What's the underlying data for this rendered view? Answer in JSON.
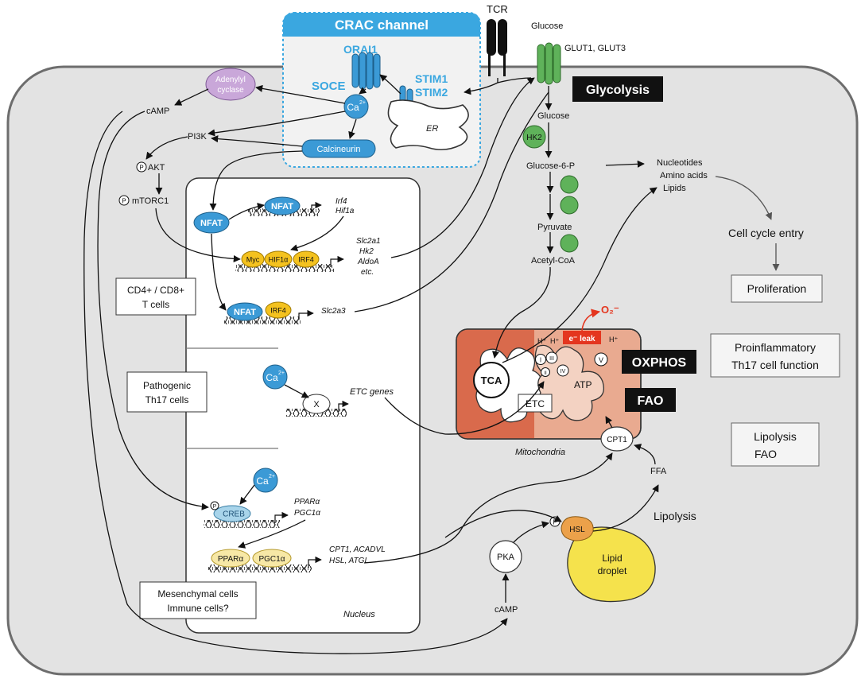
{
  "colors": {
    "crac_blue": "#3aa7e0",
    "cell_fill": "#e3e3e3",
    "cell_border": "#6d6d6d",
    "green": "#5fb25a",
    "yellow": "#f4c21f",
    "blue_node": "#3b9ad6",
    "mito_dark": "#d96a4c",
    "mito_light": "#e9aa90",
    "lipid": "#f5e24c",
    "hsl": "#eca14a",
    "adenylyl": "#c9a7d9",
    "pale_yellow": "#f7e8a6",
    "leak_red": "#e4361f"
  },
  "icons": {
    "tcr": "tcr-receptor-icon",
    "glut": "glut-transporter-icon",
    "orai": "orai1-channel-icon",
    "stim": "stim-sensor-icon",
    "dna": "dna-helix-icon"
  },
  "membrane": {
    "crac_title": "CRAC channel",
    "orai1": "ORAI1",
    "soce": "SOCE",
    "stim1": "STIM1",
    "stim2": "STIM2",
    "er": "ER",
    "tcr": "TCR",
    "glucose_out": "Glucose",
    "glut": "GLUT1, GLUT3"
  },
  "signaling": {
    "adenylyl_1": "Adenylyl",
    "adenylyl_2": "cyclase",
    "camp_top": "cAMP",
    "pi3k": "PI3K",
    "akt": "AKT",
    "mtorc1": "mTORC1",
    "p": "P",
    "ca": "Ca",
    "ca_sup": "2+",
    "calcineurin": "Calcineurin"
  },
  "glycolysis": {
    "title": "Glycolysis",
    "glucose_in": "Glucose",
    "hk2": "HK2",
    "g6p": "Glucose-6-P",
    "pyruvate": "Pyruvate",
    "acetyl_coa": "Acetyl-CoA",
    "nucleotides": "Nucleotides",
    "amino_acids": "Amino acids",
    "lipids": "Lipids",
    "cell_cycle": "Cell cycle entry",
    "proliferation": "Proliferation"
  },
  "nucleus": {
    "label": "Nucleus",
    "nfat": "NFAT",
    "irf4_gene": "Irf4",
    "hif1a_gene": "Hif1a",
    "myc": "Myc",
    "hif1a": "HIF1α",
    "irf4": "IRF4",
    "glyco_genes": [
      "Slc2a1",
      "Hk2",
      "AldoA",
      "etc."
    ],
    "slc2a3": "Slc2a3",
    "x": "X",
    "etc_genes": "ETC genes",
    "creb": "CREB",
    "ppara_gene": "PPARα",
    "pgc1a_gene": "PGC1α",
    "ppara": "PPARα",
    "pgc1a": "PGC1α",
    "fao_genes_1": "CPT1, ACADVL",
    "fao_genes_2": "HSL, ATGL"
  },
  "cells": {
    "cd4_1": "CD4+ / CD8+",
    "cd4_2": "T cells",
    "th17_1": "Pathogenic",
    "th17_2": "Th17 cells",
    "mes_1": "Mesenchymal cells",
    "mes_2": "Immune cells?"
  },
  "mito": {
    "label": "Mitochondria",
    "tca": "TCA",
    "etc": "ETC",
    "atp": "ATP",
    "leak": "e⁻ leak",
    "o2": "O₂⁻",
    "h": "H⁺",
    "complexes": [
      "I",
      "III",
      "IV",
      "II",
      "V"
    ],
    "oxphos": "OXPHOS",
    "fao": "FAO",
    "cpt1": "CPT1",
    "ffa": "FFA"
  },
  "lipolysis": {
    "pka": "PKA",
    "hsl": "HSL",
    "lipid_1": "Lipid",
    "lipid_2": "droplet",
    "camp_bottom": "cAMP",
    "lipolysis": "Lipolysis"
  },
  "outcomes": {
    "proinf_1": "Proinflammatory",
    "proinf_2": "Th17 cell function",
    "lipo_1": "Lipolysis",
    "lipo_2": "FAO"
  }
}
